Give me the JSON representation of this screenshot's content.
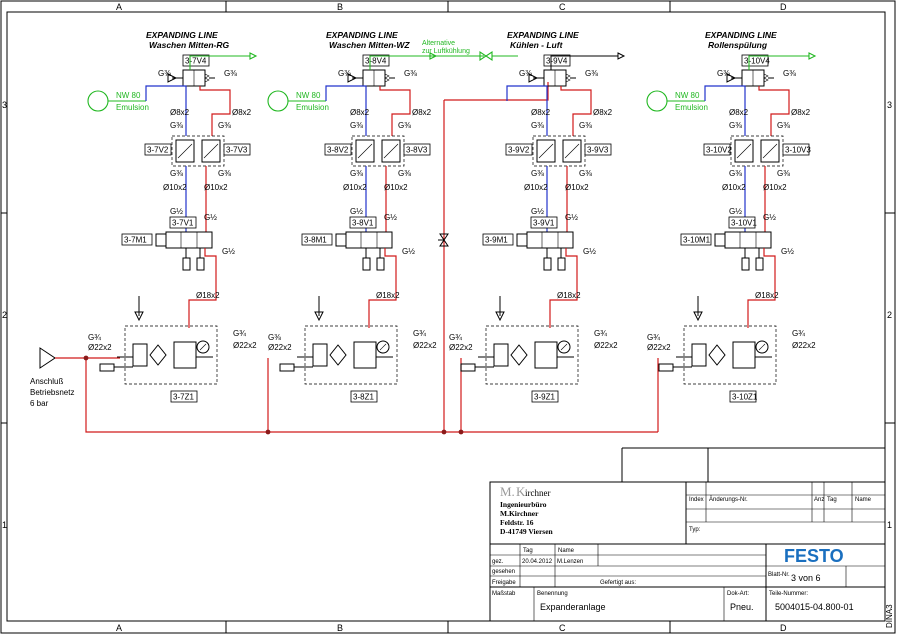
{
  "colors": {
    "pressure_line": "#d11a1a",
    "return_line": "#2233cc",
    "emulsion": "#22b822",
    "festo": "#1a6fbf"
  },
  "grid": {
    "columns": [
      "A",
      "B",
      "C",
      "D"
    ],
    "rows": [
      "3",
      "2",
      "1"
    ]
  },
  "format": "DINA3",
  "lines": [
    {
      "title1": "EXPANDING LINE",
      "title2": "Waschen Mitten-RG",
      "v4": "3-7V4",
      "v2": "3-7V2",
      "v3": "3-7V3",
      "v1": "3-7V1",
      "m1": "3-7M1",
      "z1": "3-7Z1",
      "g38a": "G⅜",
      "g38b": "G⅜",
      "d8a": "Ø8x2",
      "d8b": "Ø8x2",
      "g38c": "G⅜",
      "g38d": "G⅜",
      "g38e": "G⅜",
      "g38f": "G⅜",
      "d10a": "Ø10x2",
      "d10b": "Ø10x2",
      "g12a": "G½",
      "g12b": "G½",
      "g12c": "G½",
      "d18": "Ø18x2",
      "g34l": "G¾",
      "d22l": "Ø22x2",
      "g34r": "G¾",
      "d22r": "Ø22x2",
      "nw": "NW 80",
      "em": "Emulsion"
    },
    {
      "title1": "EXPANDING LINE",
      "title2": "Waschen Mitten-WZ",
      "v4": "3-8V4",
      "v2": "3-8V2",
      "v3": "3-8V3",
      "v1": "3-8V1",
      "m1": "3-8M1",
      "z1": "3-8Z1",
      "g38a": "G⅜",
      "g38b": "G⅜",
      "d8a": "Ø8x2",
      "d8b": "Ø8x2",
      "g38c": "G⅜",
      "g38d": "G⅜",
      "g38e": "G⅜",
      "g38f": "G⅜",
      "d10a": "Ø10x2",
      "d10b": "Ø10x2",
      "g12a": "G½",
      "g12b": "G½",
      "g12c": "G½",
      "d18": "Ø18x2",
      "g34l": "G⅜",
      "d22l": "Ø22x2",
      "g34r": "G¾",
      "d22r": "Ø22x2",
      "nw": "NW 80",
      "em": "Emulsion"
    },
    {
      "title1": "EXPANDING LINE",
      "title2": "Kühlen - Luft",
      "v4": "3-9V4",
      "v2": "3-9V2",
      "v3": "3-9V3",
      "v1": "3-9V1",
      "m1": "3-9M1",
      "z1": "3-9Z1",
      "g38a": "G⅜",
      "g38b": "G⅜",
      "d8a": "Ø8x2",
      "d8b": "Ø8x2",
      "g38c": "G⅜",
      "g38d": "G⅜",
      "g38e": "G⅜",
      "g38f": "G⅜",
      "d10a": "Ø10x2",
      "d10b": "Ø10x2",
      "g12a": "G½",
      "g12b": "G½",
      "g12c": "G½",
      "d18": "Ø18x2",
      "g34l": "G¾",
      "d22l": "Ø22x2",
      "g34r": "G¾",
      "d22r": "Ø22x2",
      "nw": "",
      "em": ""
    },
    {
      "title1": "EXPANDING LINE",
      "title2": "Rollenspülung",
      "v4": "3-10V4",
      "v2": "3-10V2",
      "v3": "3-10V3",
      "v1": "3-10V1",
      "m1": "3-10M1",
      "z1": "3-10Z1",
      "g38a": "G⅜",
      "g38b": "G⅜",
      "d8a": "Ø8x2",
      "d8b": "Ø8x2",
      "g38c": "G⅜",
      "g38d": "G⅜",
      "g38e": "G⅜",
      "g38f": "G⅜",
      "d10a": "Ø10x2",
      "d10b": "Ø10x2",
      "g12a": "G½",
      "g12b": "G½",
      "g12c": "G½",
      "d18": "Ø18x2",
      "g34l": "G¾",
      "d22l": "Ø22x2",
      "g34r": "G¾",
      "d22r": "Ø22x2",
      "nw": "NW 80",
      "em": "Emulsion"
    }
  ],
  "alt_note": {
    "line1": "Alternative",
    "line2": "zur Luftkühlung"
  },
  "supply": {
    "line1": "Anschluß",
    "line2": "Betriebsnetz",
    "line3": "6 bar"
  },
  "titleblock": {
    "logo_m": "M.",
    "logo_k": "K",
    "logo_rest": "irchner",
    "firm1": "Ingenieurbüro",
    "firm2": "M.Kirchner",
    "firm3": "Feldstr. 16",
    "firm4": "D-41749 Viersen",
    "rev_index": "Index",
    "rev_change": "Änderungs-Nr.",
    "rev_anz": "Anz",
    "rev_tag": "Tag",
    "rev_name": "Name",
    "typ": "Typ:",
    "h_tag": "Tag",
    "h_name": "Name",
    "gez": "gez.",
    "gez_date": "20.04.2012",
    "gez_name": "M.Lenzen",
    "gesehen": "gesehen",
    "freigabe": "Freigabe",
    "gefertigt": "Gefertigt aus:",
    "massstab": "Maßstab",
    "benennung": "Benennung",
    "benennung_val": "Expanderanlage",
    "dokart": "Dok-Art:",
    "dokart_val": "Pneu.",
    "teile": "Teile-Nummer:",
    "teile_val": "5004015-04.800-01",
    "blatt_label": "Blatt-Nr.",
    "blatt_val": "3 von 6",
    "festo": "FESTO"
  }
}
